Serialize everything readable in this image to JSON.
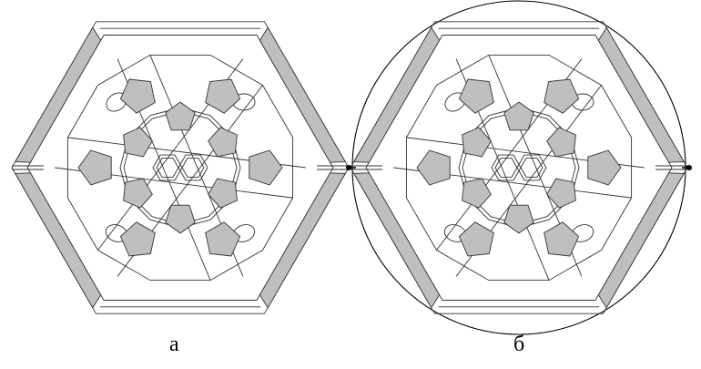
{
  "panels": [
    {
      "id": "a",
      "label": "а",
      "has_circle": false
    },
    {
      "id": "b",
      "label": "б",
      "has_circle": true
    }
  ],
  "colors": {
    "background": "#ffffff",
    "pentagon_fill": "#bfbfbf",
    "edge_stroke": "#333333",
    "outline": "#000000"
  }
}
